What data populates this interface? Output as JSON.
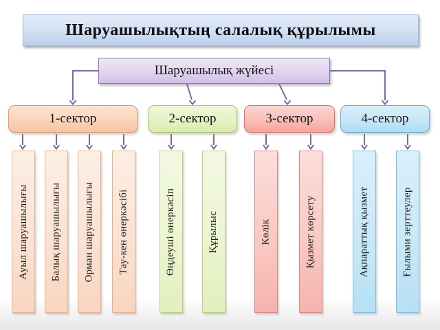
{
  "slide": {
    "title": "Шаруашылықтың салалық құрылымы",
    "root_node": "Шаруашылық жүйесі"
  },
  "sectors": [
    {
      "label": "1-сектор",
      "color": "#f9cdb2",
      "items": [
        "Ауыл шаруашылығы",
        "Балық шаруашылығы",
        "Орман шаруашылығы",
        "Тау-кен өнеркәсібі"
      ]
    },
    {
      "label": "2-сектор",
      "color": "#e2eeb8",
      "items": [
        "Өңдеуші өнеркәсіп",
        "Құрылыс"
      ]
    },
    {
      "label": "3-сектор",
      "color": "#f7b0a9",
      "items": [
        "Көлік",
        "Қызмет көрсету"
      ]
    },
    {
      "label": "4-сектор",
      "color": "#b4def2",
      "items": [
        "Ақпараттық қызмет",
        "Ғылыми зерттеулер"
      ]
    }
  ],
  "colors": {
    "connector": "#7a69a5",
    "title_box": "#cfdff3",
    "root_box": "#ddcce9"
  }
}
